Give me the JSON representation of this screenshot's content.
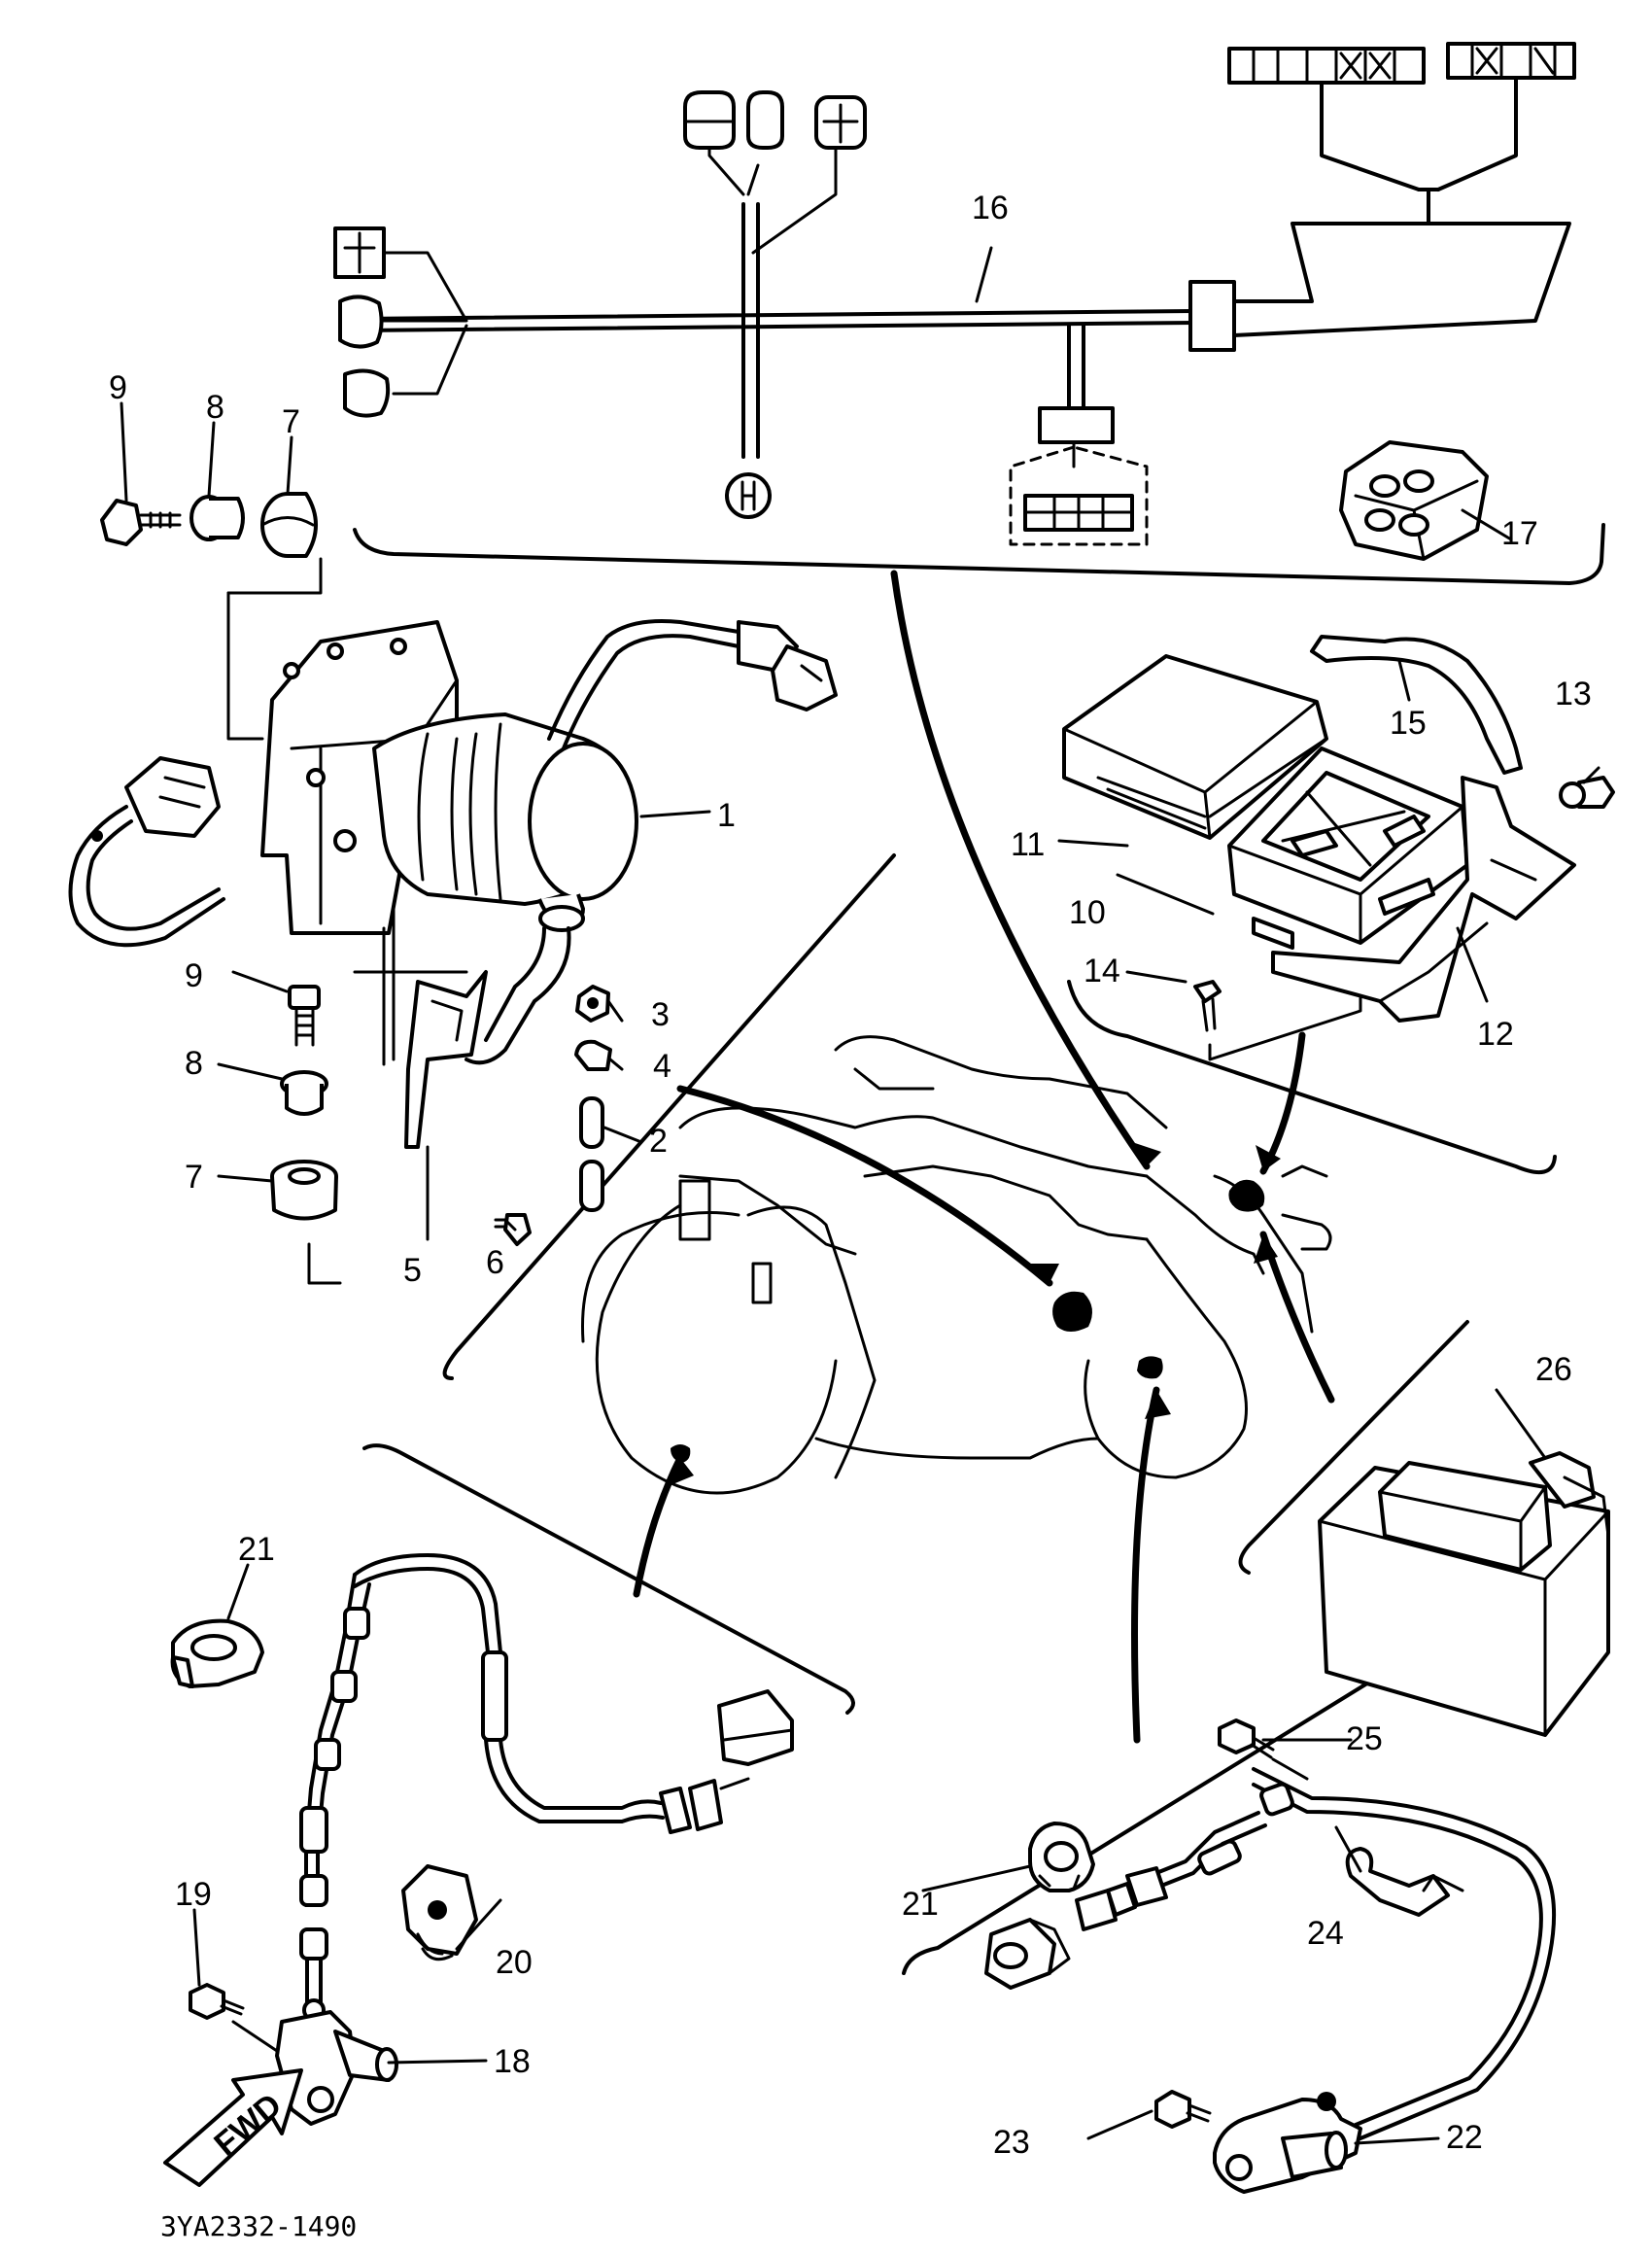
{
  "diagram": {
    "code": "3YA2332-1490",
    "arrow_tag": "FWD",
    "callouts": {
      "c1": "1",
      "c2": "2",
      "c3": "3",
      "c4": "4",
      "c5": "5",
      "c6": "6",
      "c7a": "7",
      "c7b": "7",
      "c8a": "8",
      "c8b": "8",
      "c9a": "9",
      "c9b": "9",
      "c10": "10",
      "c11": "11",
      "c12": "12",
      "c13": "13",
      "c14": "14",
      "c15": "15",
      "c16": "16",
      "c17": "17",
      "c18": "18",
      "c19": "19",
      "c20": "20",
      "c21a": "21",
      "c21b": "21",
      "c22": "22",
      "c23": "23",
      "c24": "24",
      "c25": "25",
      "c26": "26"
    }
  }
}
